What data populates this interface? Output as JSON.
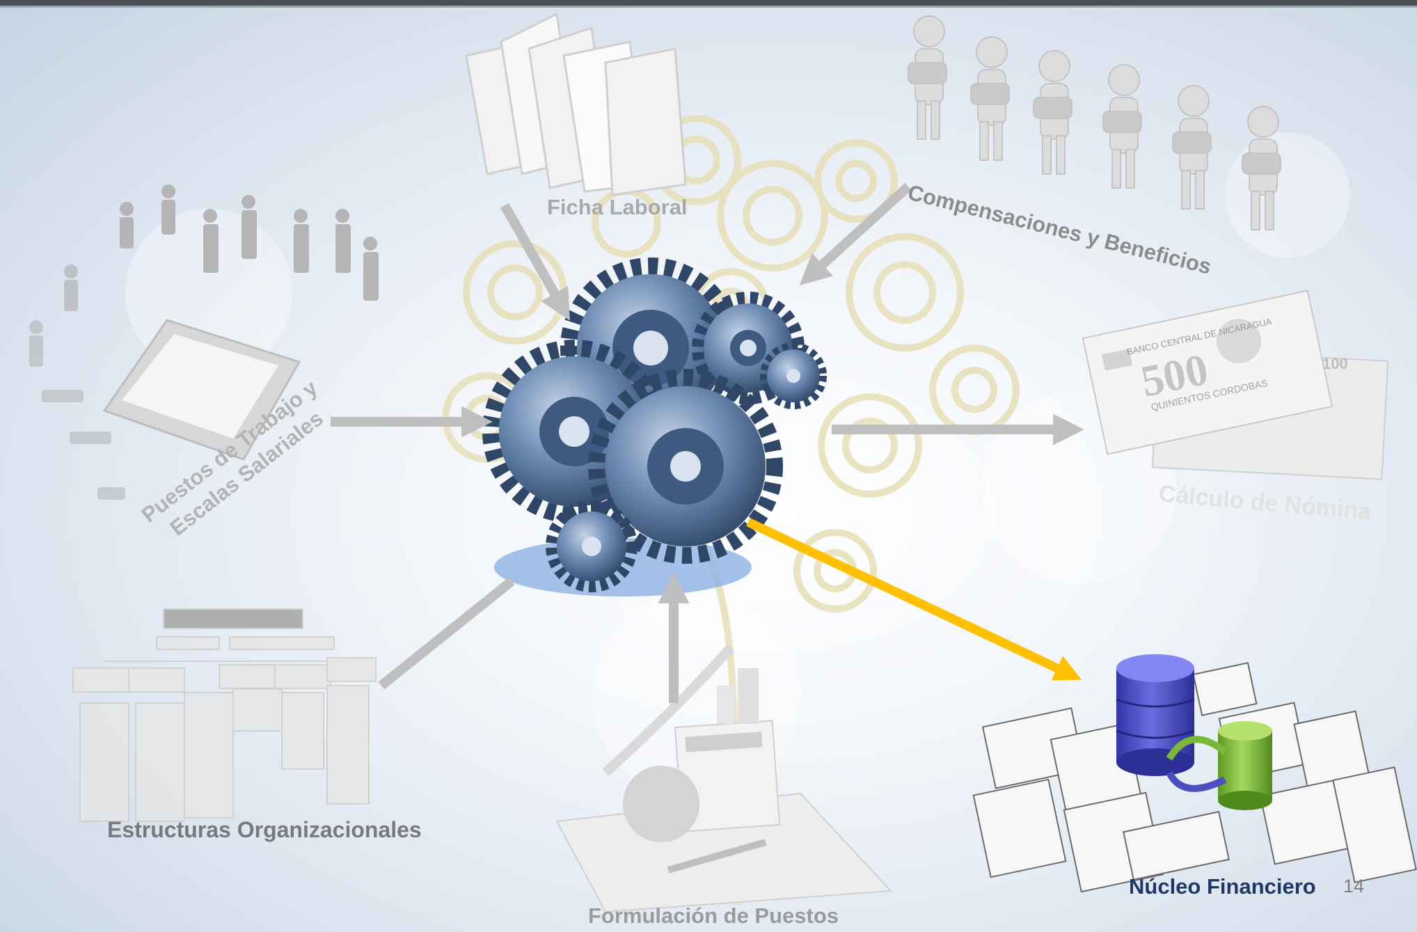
{
  "slide": {
    "page_number": "14"
  },
  "nodes": {
    "ficha_laboral": "Ficha Laboral",
    "compensaciones": "Compensaciones y Beneficios",
    "puestos_line1": "Puestos de Trabajo y",
    "puestos_line2": "Escalas Salariales",
    "calculo_nomina": "Cálculo de Nómina",
    "estructuras": "Estructuras Organizacionales",
    "formulacion": "Formulación de Puestos",
    "nucleo": "Núcleo Financiero"
  },
  "banknote": {
    "bank_name": "BANCO CENTRAL DE NICARAGUA",
    "denomination": "500",
    "words": "QUINIENTOS CORDOBAS",
    "denomination2": "100"
  },
  "colors": {
    "gray_arrow": "#bfbfbf",
    "highlight_arrow": "#ffc000",
    "gear_blue": "#5f7fa8",
    "db_purple": "#4b4ec0",
    "db_green": "#7ab83a"
  }
}
